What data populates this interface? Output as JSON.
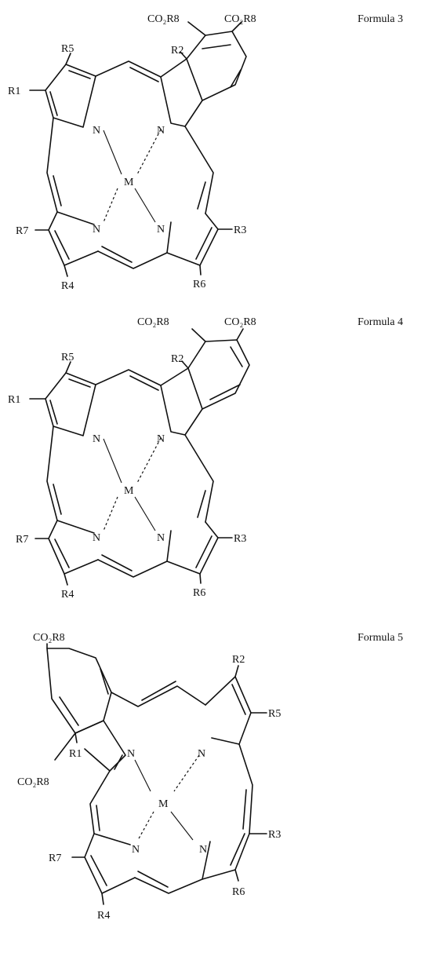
{
  "formulas": [
    {
      "caption": "Formula 3",
      "labels": {
        "R1": "R1",
        "R2": "R2",
        "R3": "R3",
        "R4": "R4",
        "R5": "R5",
        "R6": "R6",
        "R7": "R7",
        "N1": "N",
        "N2": "N",
        "N3": "N",
        "N4": "N",
        "M": "M",
        "ester1": "CO₂R8",
        "ester2": "CO₂R8"
      }
    },
    {
      "caption": "Formula 4",
      "labels": {
        "R1": "R1",
        "R2": "R2",
        "R3": "R3",
        "R4": "R4",
        "R5": "R5",
        "R6": "R6",
        "R7": "R7",
        "N1": "N",
        "N2": "N",
        "N3": "N",
        "N4": "N",
        "M": "M",
        "ester1": "CO₂R8",
        "ester2": "CO₂R8"
      }
    },
    {
      "caption": "Formula 5",
      "labels": {
        "R1": "R1",
        "R2": "R2",
        "R3": "R3",
        "R4": "R4",
        "R5": "R5",
        "R6": "R6",
        "R7": "R7",
        "N1": "N",
        "N2": "N",
        "N3": "N",
        "N4": "N",
        "M": "M",
        "ester1": "CO₂R8",
        "ester2": "CO₂R8"
      }
    }
  ]
}
